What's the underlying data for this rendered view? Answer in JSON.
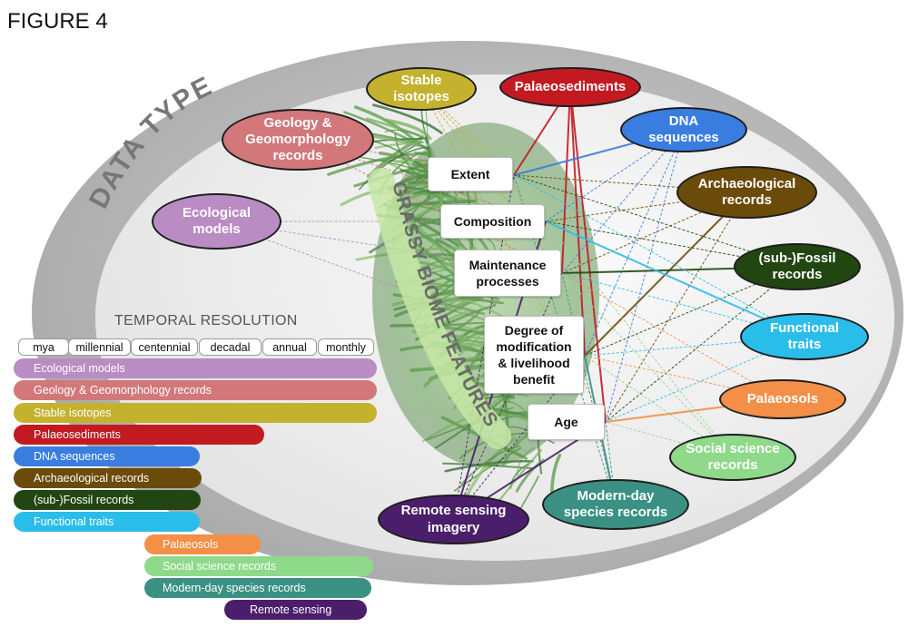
{
  "figure_label": "FIGURE 4",
  "data_types_label": "DATA TYPES",
  "central_label": "GRASSY BIOME FEATURES",
  "temporal_resolution": {
    "title": "TEMPORAL RESOLUTION",
    "scale": [
      "mya",
      "millennial",
      "centennial",
      "decadal",
      "annual",
      "monthly"
    ]
  },
  "features": [
    "Extent",
    "Composition",
    "Maintenance\nprocesses",
    "Degree of\nmodification\n& livelihood\nbenefit",
    "Age"
  ],
  "data_types": [
    {
      "label": "Stable\nisotopes",
      "color": "#c4b22f"
    },
    {
      "label": "Palaeosediments",
      "color": "#c31a22"
    },
    {
      "label": "DNA\nsequences",
      "color": "#3a7de0"
    },
    {
      "label": "Geology &\nGeomorphology\nrecords",
      "color": "#d2787a"
    },
    {
      "label": "Ecological\nmodels",
      "color": "#b98cc4"
    },
    {
      "label": "Archaeological\nrecords",
      "color": "#6b4b09"
    },
    {
      "label": "(sub-)Fossil\nrecords",
      "color": "#224611"
    },
    {
      "label": "Functional\ntraits",
      "color": "#2bbde9"
    },
    {
      "label": "Palaeosols",
      "color": "#f48f47"
    },
    {
      "label": "Social science\nrecords",
      "color": "#8ed98a"
    },
    {
      "label": "Modern-day\nspecies records",
      "color": "#3a9183"
    },
    {
      "label": "Remote sensing\nimagery",
      "color": "#4b1e6b"
    }
  ],
  "resolution_bars": [
    {
      "label": "Ecological models",
      "color": "#b98cc4"
    },
    {
      "label": "Geology & Geomorphology records",
      "color": "#d2787a"
    },
    {
      "label": "Stable isotopes",
      "color": "#c4b22f"
    },
    {
      "label": "Palaeosediments",
      "color": "#c31a22"
    },
    {
      "label": "DNA sequences",
      "color": "#3a7de0"
    },
    {
      "label": "Archaeological records",
      "color": "#6b4b09"
    },
    {
      "label": "(sub-)Fossil records",
      "color": "#224611"
    },
    {
      "label": "Functional traits",
      "color": "#2bbde9"
    },
    {
      "label": "Palaeosols",
      "color": "#f48f47"
    },
    {
      "label": "Social science records",
      "color": "#8ed98a"
    },
    {
      "label": "Modern-day species records",
      "color": "#3a9183"
    },
    {
      "label": "Remote sensing",
      "color": "#4b1e6b"
    }
  ]
}
